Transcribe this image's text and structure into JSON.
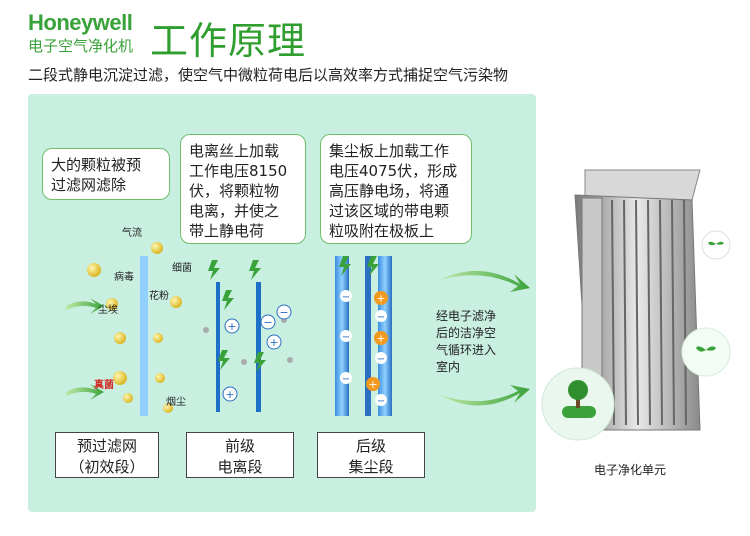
{
  "header": {
    "brand": "Honeywell",
    "brand_sub": "电子空气净化机",
    "title": "工作原理",
    "subtitle": "二段式静电沉淀过滤，使空气中微粒荷电后以高效率方式捕捉空气污染物"
  },
  "bubbles": {
    "prefilter": [
      "大的颗粒被预",
      "过滤网滤除"
    ],
    "ionizer": [
      "电离丝上加载",
      "工作电压8150",
      "伏，将颗粒物",
      "电离，并使之",
      "带上静电荷"
    ],
    "collector": [
      "集尘板上加载工作",
      "电压4075伏，形成",
      "高压静电场，将通",
      "过该区域的带电颗",
      "粒吸附在极板上"
    ]
  },
  "particles": {
    "airflow": "气流",
    "virus": "病毒",
    "bacteria": "细菌",
    "dust": "尘埃",
    "pollen": "花粉",
    "germ": "真菌",
    "smoke": "烟尘"
  },
  "stages": {
    "prefilter": [
      "预过滤网",
      "（初效段）"
    ],
    "ionizer": [
      "前级",
      "电离段"
    ],
    "collector": [
      "后级",
      "集尘段"
    ]
  },
  "clean_air_note": [
    "经电子滤净",
    "后的洁净空",
    "气循环进入",
    "室内"
  ],
  "product_caption": "电子净化单元",
  "colors": {
    "brand_green": "#3aa23a",
    "panel_bg": "#c9efe0",
    "filter_blue": "#2a7fd8",
    "positive_orange": "#f39a1e"
  }
}
